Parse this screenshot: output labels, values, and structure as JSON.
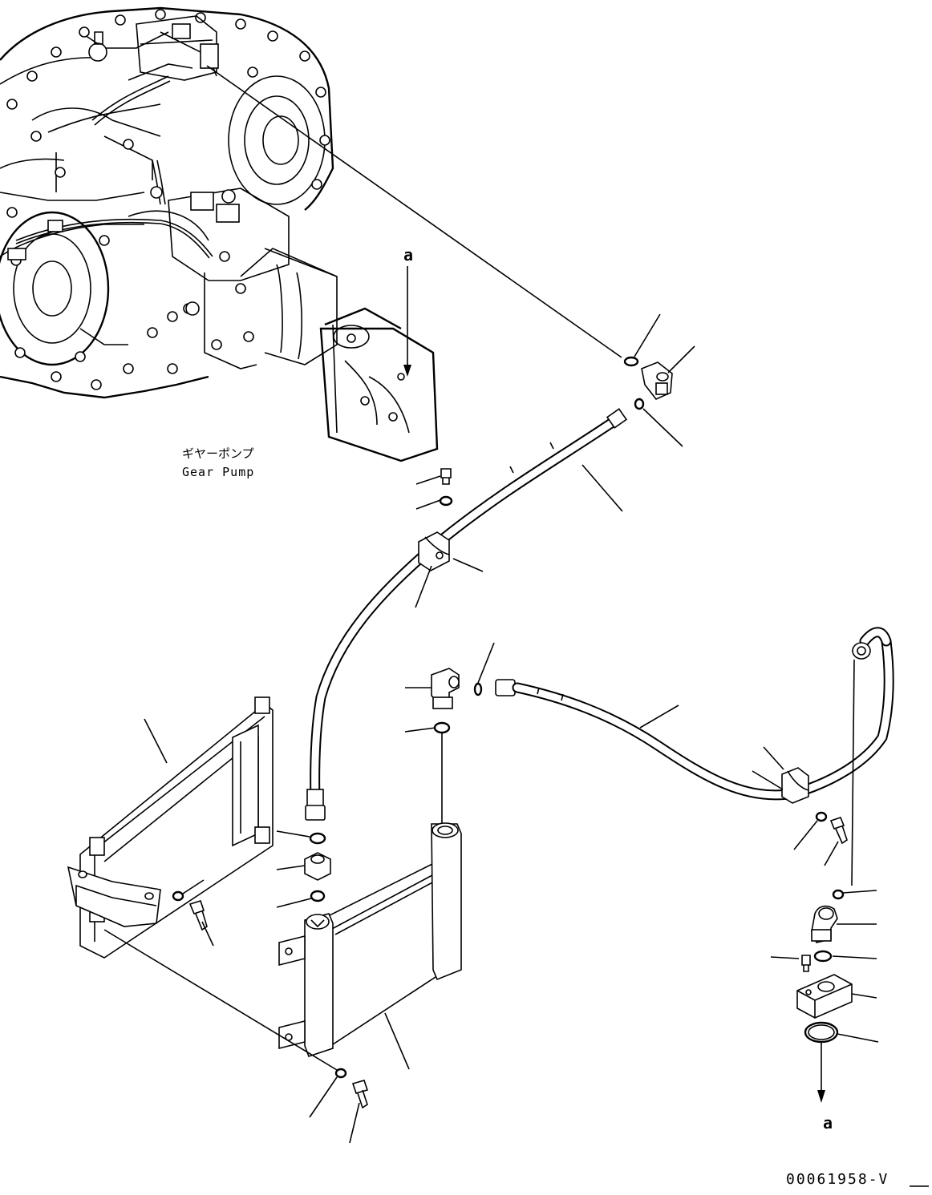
{
  "labels": {
    "pump_name_ja": "ギヤーポンプ",
    "pump_name_en": "Gear Pump",
    "ref_top": "a",
    "ref_bottom": "a",
    "drawing_code": "00061958-V"
  }
}
